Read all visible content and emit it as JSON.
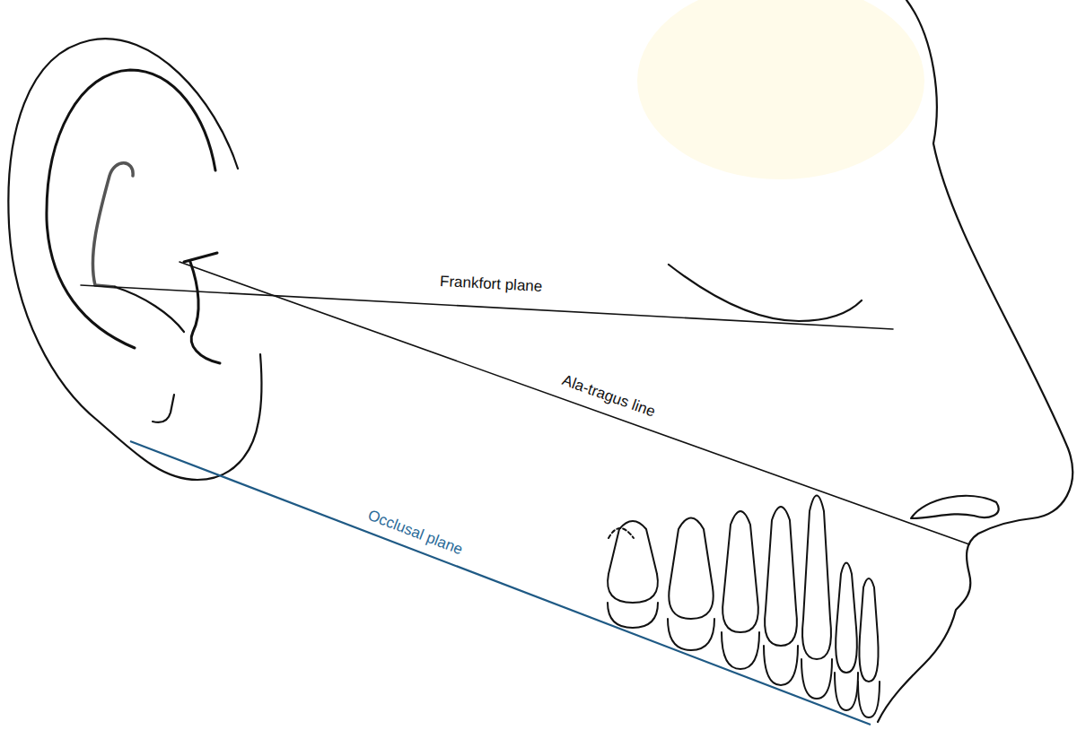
{
  "diagram": {
    "labels": [
      "Frankfort plane",
      "Ala-tragus line",
      "Occlusal plane"
    ]
  }
}
